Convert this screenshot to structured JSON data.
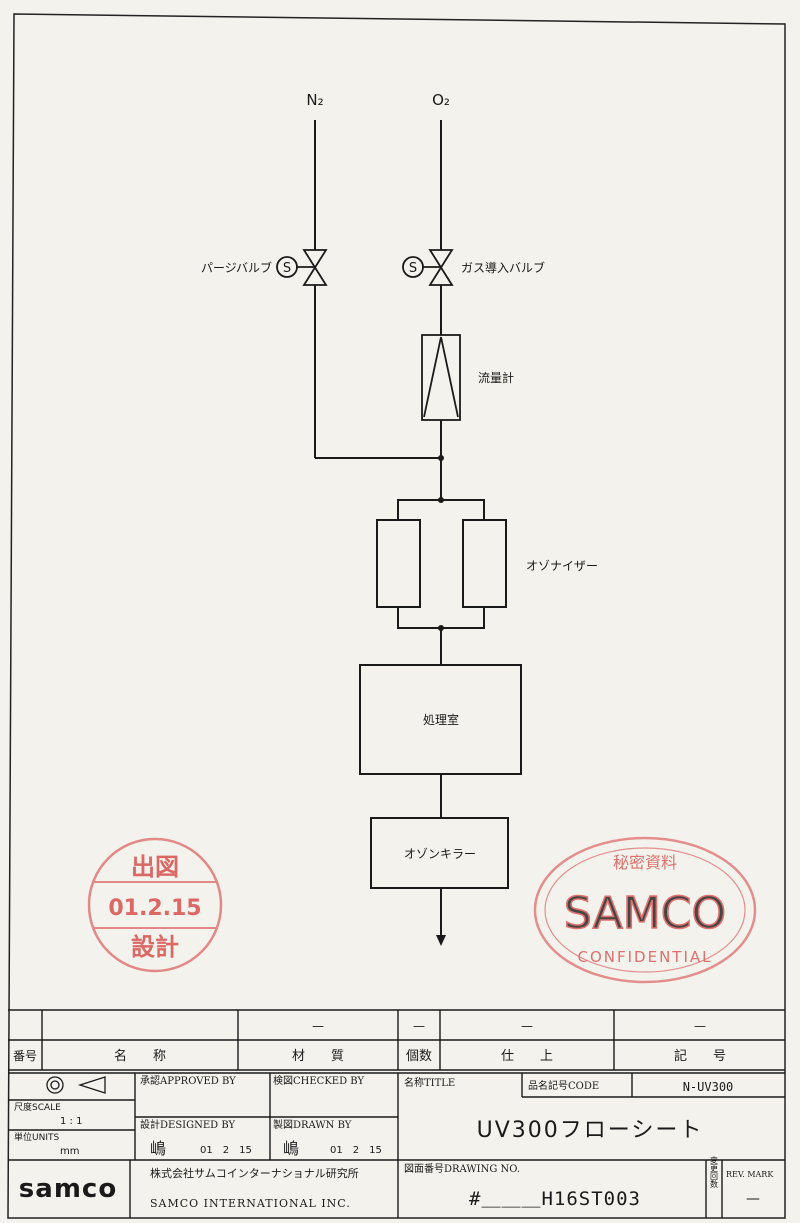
{
  "diagram": {
    "gases": {
      "n2": "N₂",
      "o2": "O₂"
    },
    "valves": {
      "purge": {
        "label": "パージバルブ",
        "symbol": "S"
      },
      "gas_inlet": {
        "label": "ガス導入バルブ",
        "symbol": "S"
      }
    },
    "flowmeter": "流量計",
    "ozonizer": "オゾナイザー",
    "chamber": "処理室",
    "ozone_killer": "オゾンキラー"
  },
  "stamps": {
    "issue": {
      "top": "出図",
      "date": "01.2.15",
      "bottom": "設計"
    },
    "confidential": {
      "top": "秘密資料",
      "brand": "SAMCO",
      "bottom": "CONFIDENTIAL"
    }
  },
  "parts_table": {
    "dash_row": [
      "—",
      "—",
      "—",
      "—"
    ],
    "headers": {
      "number": "番号",
      "name": "名　　称",
      "material": "材　　質",
      "quantity": "個数",
      "finish": "仕　　上",
      "symbol": "記　　号"
    }
  },
  "title_block": {
    "approved_by": "承認APPROVED BY",
    "checked_by": "検図CHECKED BY",
    "title_label": "名称TITLE",
    "code_label": "品名記号CODE",
    "code_value": "N-UV300",
    "scale_label": "尺度SCALE",
    "scale_value": "1 : 1",
    "units_label": "単位UNITS",
    "units_value": "mm",
    "designed_by": "設計DESIGNED BY",
    "designer_name": "嶋",
    "designed_date": "01　2　15",
    "drawn_by": "製図DRAWN BY",
    "drawer_name": "嶋",
    "drawn_date": "01　2　15",
    "title_value": "UV300フローシート",
    "company_jp": "株式会社サムコインターナショナル研究所",
    "company_en": "SAMCO INTERNATIONAL INC.",
    "logo": "samco",
    "drawing_no_label": "図面番号DRAWING NO.",
    "drawing_no_value": "#＿＿＿H16ST003",
    "rev_label_jp": "変更回数",
    "rev_label_en": "REV. MARK",
    "rev_value": "—"
  }
}
